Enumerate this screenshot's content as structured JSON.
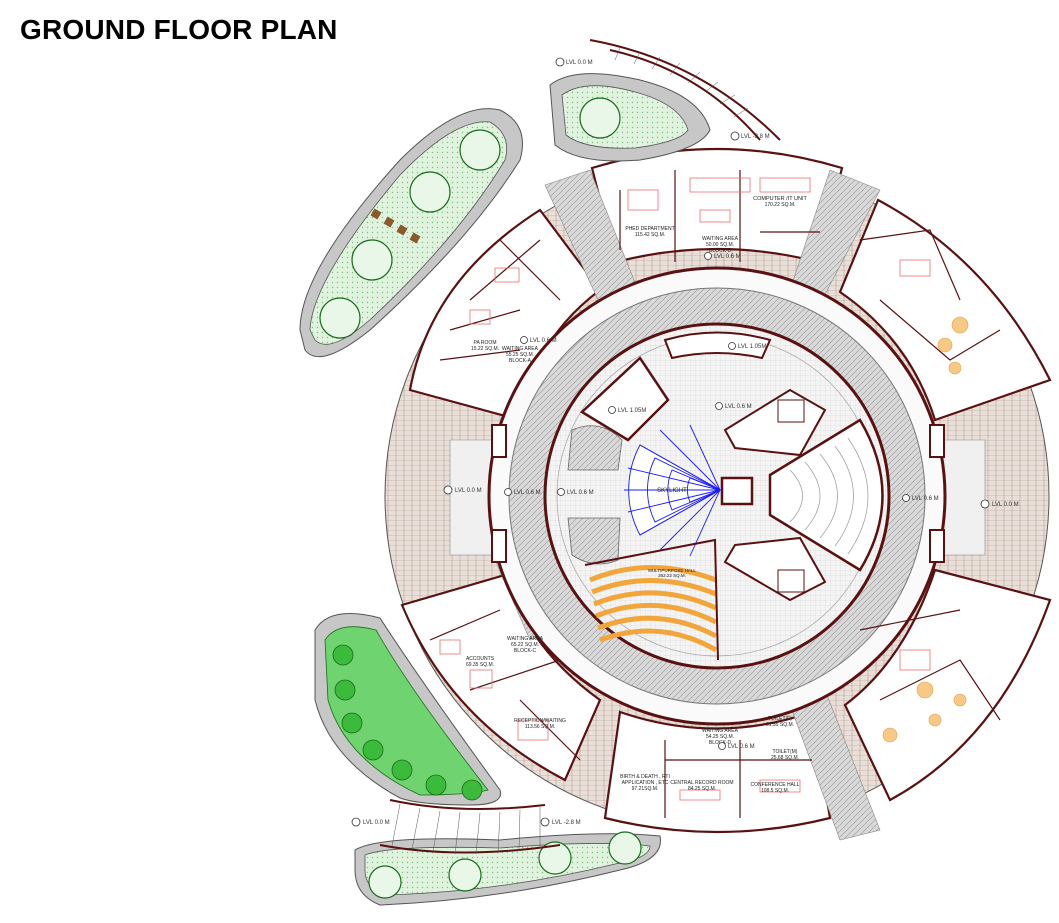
{
  "title": "GROUND FLOOR PLAN",
  "rooms": {
    "computer_it": [
      "COMPUTER /IT UNIT",
      "170.22 SQ.M."
    ],
    "phed": [
      "PHED DEPARTMENT",
      "115.42 SQ.M."
    ],
    "waiting_b": [
      "WAITING AREA",
      "50.00 SQ.M.",
      "BLOCK-B"
    ],
    "pa_room": [
      "PA ROOM",
      "15.22 SQ.M."
    ],
    "waiting_a": [
      "WAITING AREA",
      "55.25 SQ.M.",
      "BLOCK-A"
    ],
    "waiting_c": [
      "WAITING AREA",
      "65.22 SQ.M.",
      "BLOCK-C"
    ],
    "accounts": [
      "ACCOUNTS",
      "69.35 SQ.M."
    ],
    "reception": [
      "RECEPTION/WAITING",
      "113.56 SQ.M."
    ],
    "waiting_d": [
      "WAITING AREA",
      "54.25 SQ.M.",
      "BLOCK-D"
    ],
    "birth_death": [
      "BIRTH & DEATH , RTI",
      "APPLICATION , ETC",
      "97.21SQ.M."
    ],
    "central_record": [
      "CENTRAL RECORD ROOM",
      "84.25 SQ.M."
    ],
    "conference": [
      "CONFERENCE HALL",
      "108.5 SQ.M."
    ],
    "toilet_top": [
      "TOILET(F)",
      "31.55 SQ.M."
    ],
    "toilet_bottom": [
      "TOILET(M)",
      "25.68 SQ.M."
    ],
    "skylight": "SKYLIGHT",
    "multipurpose": [
      "MULTIPURPOSE HALL",
      "262.22 SQ.M."
    ]
  },
  "levels": {
    "lvl_top_left": "LVL 0.0 M",
    "lvl_top_right": "LVL -2.8 M",
    "lvl_stage": "LVL 1.05M",
    "lvl_center_top": "LVL 0.6 M",
    "lvl_left": "LVL 0.0 M",
    "lvl_inner_left1": "LVL 0.6 M",
    "lvl_inner_left2": "LVL 0.6 M",
    "lvl_right": "LVL 0.0 M",
    "lvl_right_inner": "LVL 0.6 M",
    "lvl_block_b": "LVL 0.6 M",
    "lvl_block_a": "LVL 0.6 M",
    "lvl_bottom_left": "LVL 0.0 M",
    "lvl_bottom_right": "LVL -2.8 M",
    "lvl_block_d": "LVL 0.6 M",
    "lvl_upper_left": "LVL 1.05M"
  },
  "colors": {
    "wall": "#5a1111",
    "garden_fill": "#d8f0d8",
    "tree_stroke": "#1a6b1a",
    "skylight": "#1a1aff",
    "seating": "#f2a53a",
    "paving": "#bdbdbd",
    "furniture": "#e87070"
  }
}
